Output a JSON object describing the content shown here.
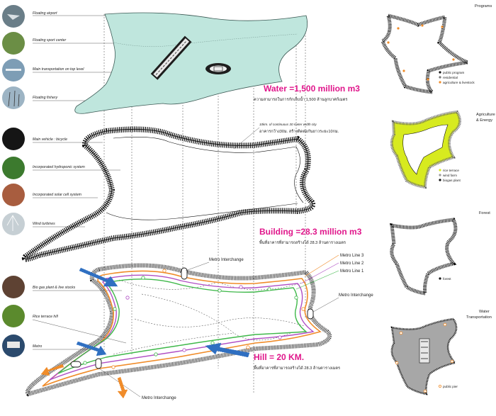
{
  "left_labels": [
    "Floating airport",
    "Floating sport center",
    "Main transportation on top level",
    "Floating fishery",
    "Main vehicle : bicycle",
    "Incorporated hydroponic system",
    "Incorporated solar cell system",
    "Wind turbines",
    "Bio gas plant & live stocks",
    "Rice terrace hill",
    "Metro"
  ],
  "water": {
    "headline": "Water =1,500 million m3",
    "thai": "ความสามารถในการกักเก็บน้ำ  1,500  ล้านลูกบาศก์เมตร"
  },
  "city": {
    "note": "10km.  of continuous 30 meter width city",
    "thai": "อาคารกว้าง30ม. สร้างติดต่อกันยาวระยะ10กม."
  },
  "building": {
    "headline": "Building =28.3 million m3",
    "thai": "พื้นที่อาคารที่สามารถสร้างได้  28.3  ล้านตารางเมตร"
  },
  "hill": {
    "headline": "Hill = 20 KM.",
    "thai": "พื้นที่อาคารที่สามารถสร้างได้  28.3  ล้านตารางเมตร"
  },
  "metro": {
    "interchange": "Metro Interchange",
    "lines": [
      "Metro Line 3",
      "Metro Line 2",
      "Metro Line 1"
    ]
  },
  "side_panels": {
    "programs": {
      "title": "Programs",
      "legend": [
        "public program",
        "residential",
        "agriculture & livestock"
      ]
    },
    "agri": {
      "title_1": "Agriculture",
      "title_2": "& Energy",
      "legend": [
        "rice terrace",
        "wind farm",
        "biogas plant"
      ]
    },
    "forest": {
      "title": "Forest",
      "legend": [
        "forest"
      ]
    },
    "water": {
      "title_1": "Water",
      "title_2": "Transportation",
      "legend": [
        "public pier"
      ]
    }
  },
  "colors": {
    "water_fill": "#bfe6dd",
    "accent_magenta": "#e0168b",
    "metro_green": "#3fb84a",
    "metro_purple": "#b04fc4",
    "metro_orange": "#f08c2a",
    "arrow_blue": "#2f6fc1",
    "agri_yellow": "#d7ea1f",
    "water_grey": "#a7a7a7"
  }
}
